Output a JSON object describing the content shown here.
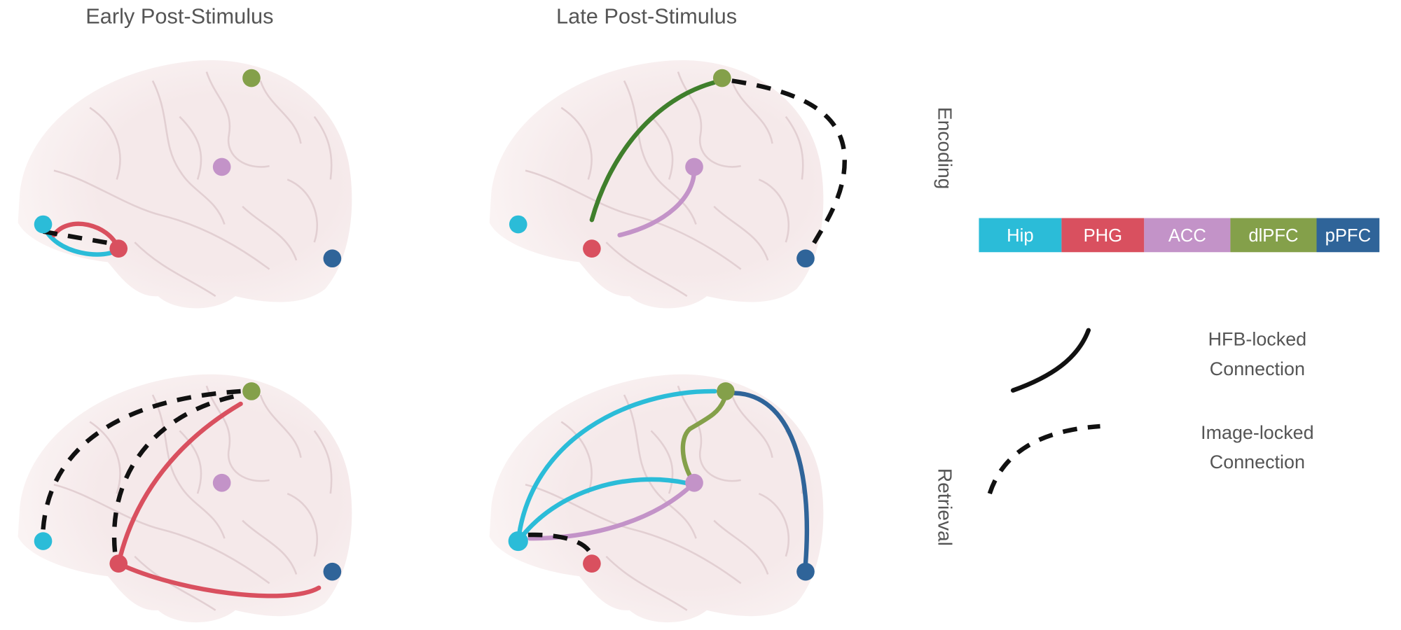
{
  "columns": {
    "early": "Early Post-Stimulus",
    "late": "Late Post-Stimulus"
  },
  "rows": {
    "encoding": "Encoding",
    "retrieval": "Retrieval"
  },
  "regions": [
    {
      "label": "Hip",
      "color": "#2bbcd8"
    },
    {
      "label": "PHG",
      "color": "#d9505f"
    },
    {
      "label": "ACC",
      "color": "#c393c8"
    },
    {
      "label": "dlPFC",
      "color": "#84a04a"
    },
    {
      "label": "pPFC",
      "color": "#2f6499"
    }
  ],
  "legend": {
    "hfb_line1": "HFB-locked",
    "hfb_line2": "Connection",
    "image_line1": "Image-locked",
    "image_line2": "Connection"
  }
}
